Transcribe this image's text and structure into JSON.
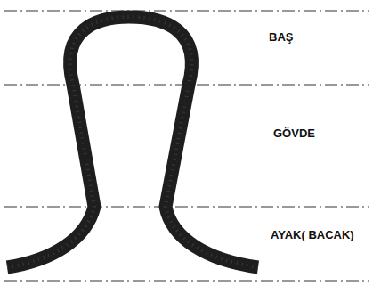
{
  "diagram": {
    "labels": [
      "BAŞ",
      "GÖVDE",
      "AYAK( BACAK)"
    ]
  }
}
